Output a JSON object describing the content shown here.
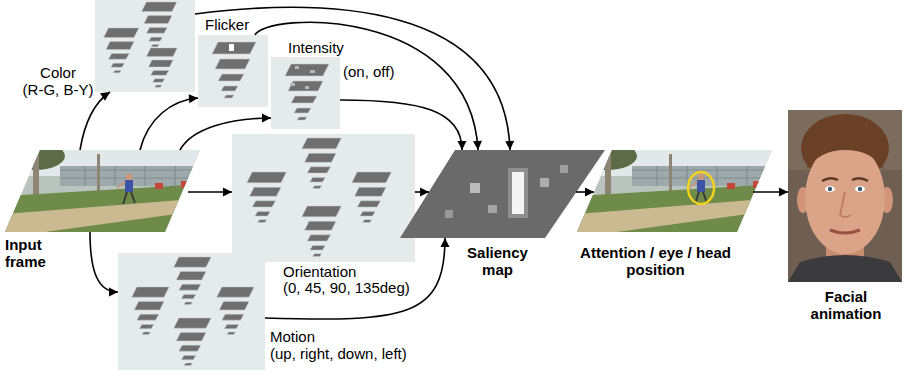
{
  "diagram": {
    "nodes": [
      {
        "text": [
          "Color (R-G, B-Y)"
        ]
      },
      {
        "text": [
          "Flicker"
        ]
      },
      {
        "text": [
          "Intensity (on, off)"
        ]
      },
      {
        "text": [
          "Input frame"
        ]
      },
      {
        "text": [
          "Orientation (0, 45, 90, 135deg)"
        ]
      },
      {
        "text": [
          "Motion (up, right, down, left)"
        ]
      },
      {
        "text": [
          "Saliency map"
        ]
      },
      {
        "text": [
          "Attention / eye / head position"
        ]
      },
      {
        "text": [
          "Facial animation"
        ]
      }
    ],
    "edges": [
      {
        "from": 3,
        "to": 0,
        "arrow": "to"
      },
      {
        "from": 3,
        "to": 1,
        "arrow": "to"
      },
      {
        "from": 3,
        "to": 2,
        "arrow": "to"
      },
      {
        "from": 3,
        "to": 4,
        "arrow": "to"
      },
      {
        "from": 3,
        "to": 5,
        "arrow": "to"
      },
      {
        "from": 0,
        "to": 6,
        "arrow": "to"
      },
      {
        "from": 1,
        "to": 6,
        "arrow": "to"
      },
      {
        "from": 2,
        "to": 6,
        "arrow": "to"
      },
      {
        "from": 4,
        "to": 6,
        "arrow": "to"
      },
      {
        "from": 5,
        "to": 6,
        "arrow": "to"
      },
      {
        "from": 6,
        "to": 7,
        "arrow": "to"
      },
      {
        "from": 7,
        "to": 8,
        "arrow": "to"
      }
    ]
  }
}
